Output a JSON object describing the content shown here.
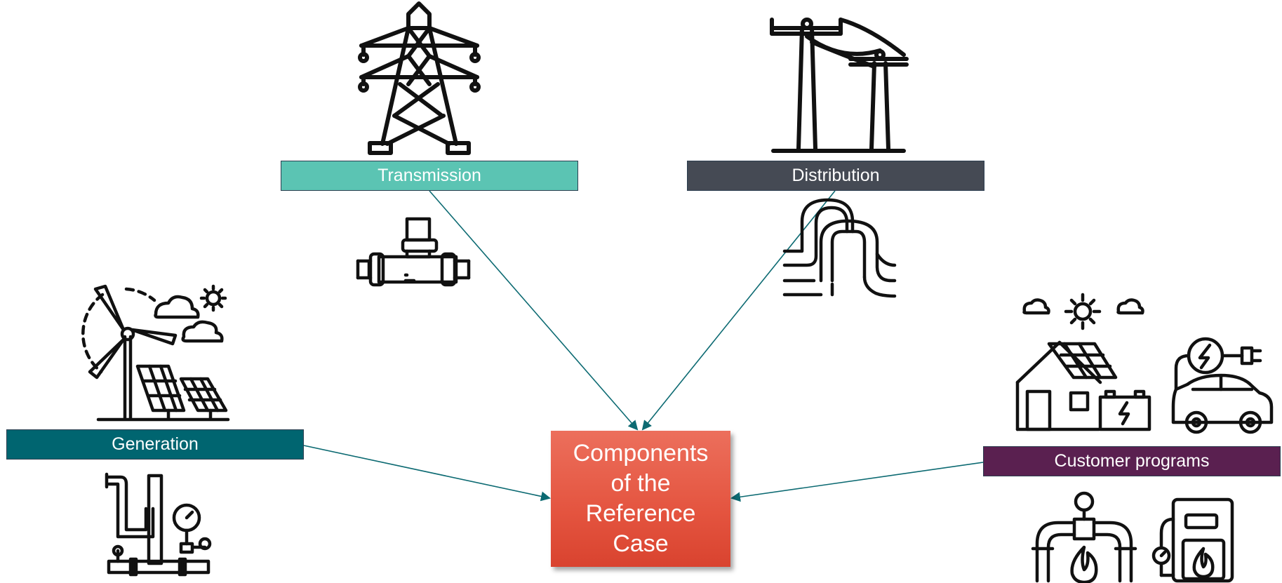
{
  "diagram": {
    "center": {
      "label": "Components of the Reference Case"
    },
    "nodes": [
      {
        "id": "transmission",
        "label": "Transmission",
        "color": "#5bc4b3"
      },
      {
        "id": "distribution",
        "label": "Distribution",
        "color": "#454a54"
      },
      {
        "id": "generation",
        "label": "Generation",
        "color": "#006570"
      },
      {
        "id": "customer",
        "label": "Customer programs",
        "color": "#5a2050"
      }
    ],
    "center_color": "#e4543f",
    "arrow_color": "#0c6a72",
    "icons": [
      "transmission-tower-icon",
      "pipe-valve-icon",
      "utility-pole-icon",
      "gas-pipelines-icon",
      "wind-solar-farm-icon",
      "gas-pipe-gauge-icon",
      "solar-house-battery-icon",
      "electric-car-charging-icon",
      "gas-pipe-flame-icon",
      "gas-furnace-icon"
    ]
  }
}
